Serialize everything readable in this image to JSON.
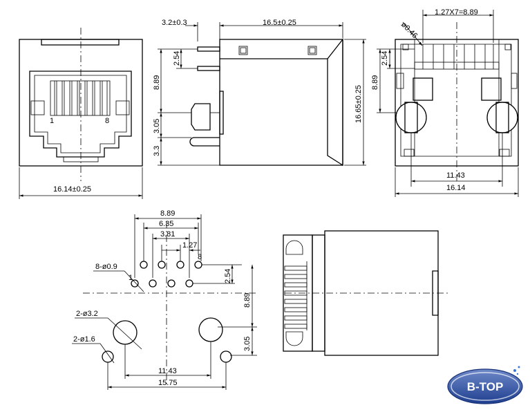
{
  "front_view": {
    "width_dim": "16.14±0.25",
    "pin_first": "1",
    "pin_last": "8"
  },
  "side_view": {
    "top_offset_dim": "3.2±0.3",
    "body_length_dim": "16.5±0.25",
    "pin_pitch_dim": "2.54",
    "row_to_post_dim": "8.89",
    "post_dim": "3.05",
    "standoff_dim": "3.3",
    "height_dim": "16.65±0.25"
  },
  "rear_view": {
    "pitch_dim": "1.27X7=8.89",
    "pin_dia_dim": "ø0.46",
    "row_dim": "2.54",
    "vertical_dim": "8.89",
    "post_spacing_dim": "11.43",
    "width_dim": "16.14"
  },
  "pcb_layout": {
    "dim_889": "8.89",
    "dim_635": "6.35",
    "dim_381": "3.81",
    "dim_127": "1.27",
    "pin_holes": "8-ø0.9",
    "pin_first": "1",
    "pin_last": "8",
    "row_dim": "2.54",
    "vertical_dim": "8.89",
    "post_holes": "2-ø3.2",
    "small_holes": "2-ø1.6",
    "post_offset_dim": "3.05",
    "post_spacing_dim": "11.43",
    "outer_spacing_dim": "15.75"
  },
  "logo": {
    "text": "B-TOP"
  }
}
